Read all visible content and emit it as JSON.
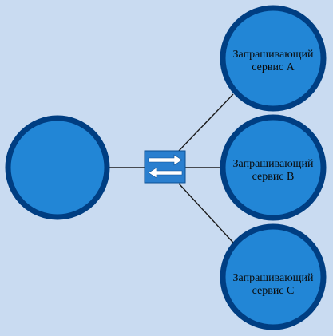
{
  "diagram": {
    "colors": {
      "background": "#c9dbf1",
      "node_fill": "#2286d6",
      "node_border": "#003e82",
      "switch_fill": "#2a7fcf",
      "switch_border": "#0b4f93",
      "arrow": "#ffffff",
      "edge": "#1a1a1a"
    },
    "icons": {
      "switch": "bidirectional-arrows-icon"
    },
    "nodes": [
      {
        "id": "provider",
        "line1": "",
        "line2": ""
      },
      {
        "id": "service-a",
        "line1": "Запрашивающий",
        "line2": "сервис A"
      },
      {
        "id": "service-b",
        "line1": "Запрашивающий",
        "line2": "сервис B"
      },
      {
        "id": "service-c",
        "line1": "Запрашивающий",
        "line2": "сервис C"
      }
    ],
    "edges": [
      {
        "from": "provider",
        "to": "switch"
      },
      {
        "from": "switch",
        "to": "service-a"
      },
      {
        "from": "switch",
        "to": "service-b"
      },
      {
        "from": "switch",
        "to": "service-c"
      }
    ]
  }
}
